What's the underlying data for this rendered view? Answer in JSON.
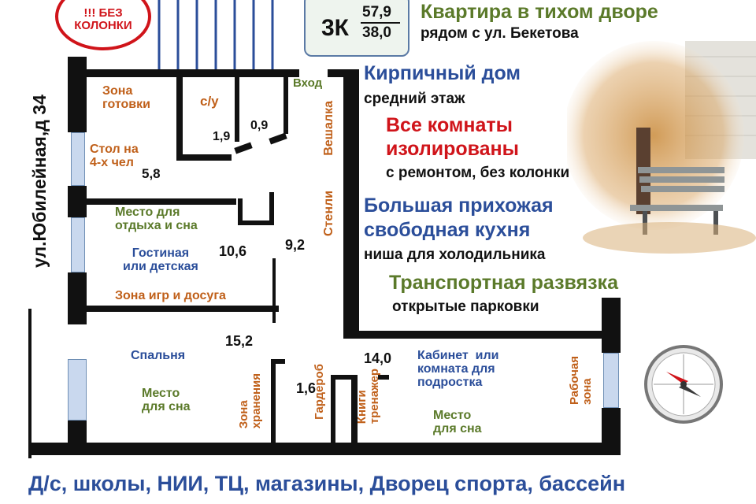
{
  "badge": {
    "line1": "!!!  БЕЗ",
    "line2": "КОЛОНКИ"
  },
  "rooms_box": {
    "rooms": "3К",
    "area_total": "57,9",
    "area_living": "38,0"
  },
  "headlines": {
    "h1": "Квартира в тихом дворе",
    "h1_sub": "рядом с ул. Бекетова",
    "h2": "Кирпичный дом",
    "h2_sub": "средний этаж",
    "h3_line1": "Все комнаты",
    "h3_line2": "изолированы",
    "h3_sub": "с ремонтом, без колонки",
    "h4_line1": "Большая прихожая",
    "h4_line2": "свободная кухня",
    "h4_sub": "ниша для холодильника",
    "h5": "Транспортная развязка",
    "h5_sub": "открытые парковки"
  },
  "street": "ул.Юбилейная,д 34",
  "plan": {
    "zone_cooking": "Зона\nготовки",
    "wc": "с/у",
    "entrance": "Вход",
    "table": "Стол на\n4-х чел",
    "a_kitchen": "5,8",
    "a_wc1": "1,9",
    "a_wc2": "0,9",
    "hanger": "Вешалка",
    "walls": "Стенли",
    "rest": "Место для\nотдыха и сна",
    "living": "Гостиная\nили детская",
    "a_living": "10,6",
    "a_hall": "9,2",
    "play": "Зона игр и досуга",
    "a_bed": "15,2",
    "bedroom": "Спальня",
    "sleep1": "Место\nдля сна",
    "storage": "Зона\nхранения",
    "a_ward": "1,6",
    "wardrobe": "Гардероб",
    "books": "Книги\nтренажер",
    "a_study": "14,0",
    "study": "Кабинет  или\nкомната для\nподростка",
    "sleep2": "Место\nдля сна",
    "workzone": "Рабочая\nзона"
  },
  "footer": "Д/с, школы, НИИ, ТЦ, магазины, Дворец спорта, бассейн",
  "colors": {
    "orange": "#c0601a",
    "blue": "#2b4e9a",
    "green": "#5b7a2a",
    "red": "#d0141a"
  },
  "icons": [
    "compass-icon",
    "bench-photo"
  ]
}
